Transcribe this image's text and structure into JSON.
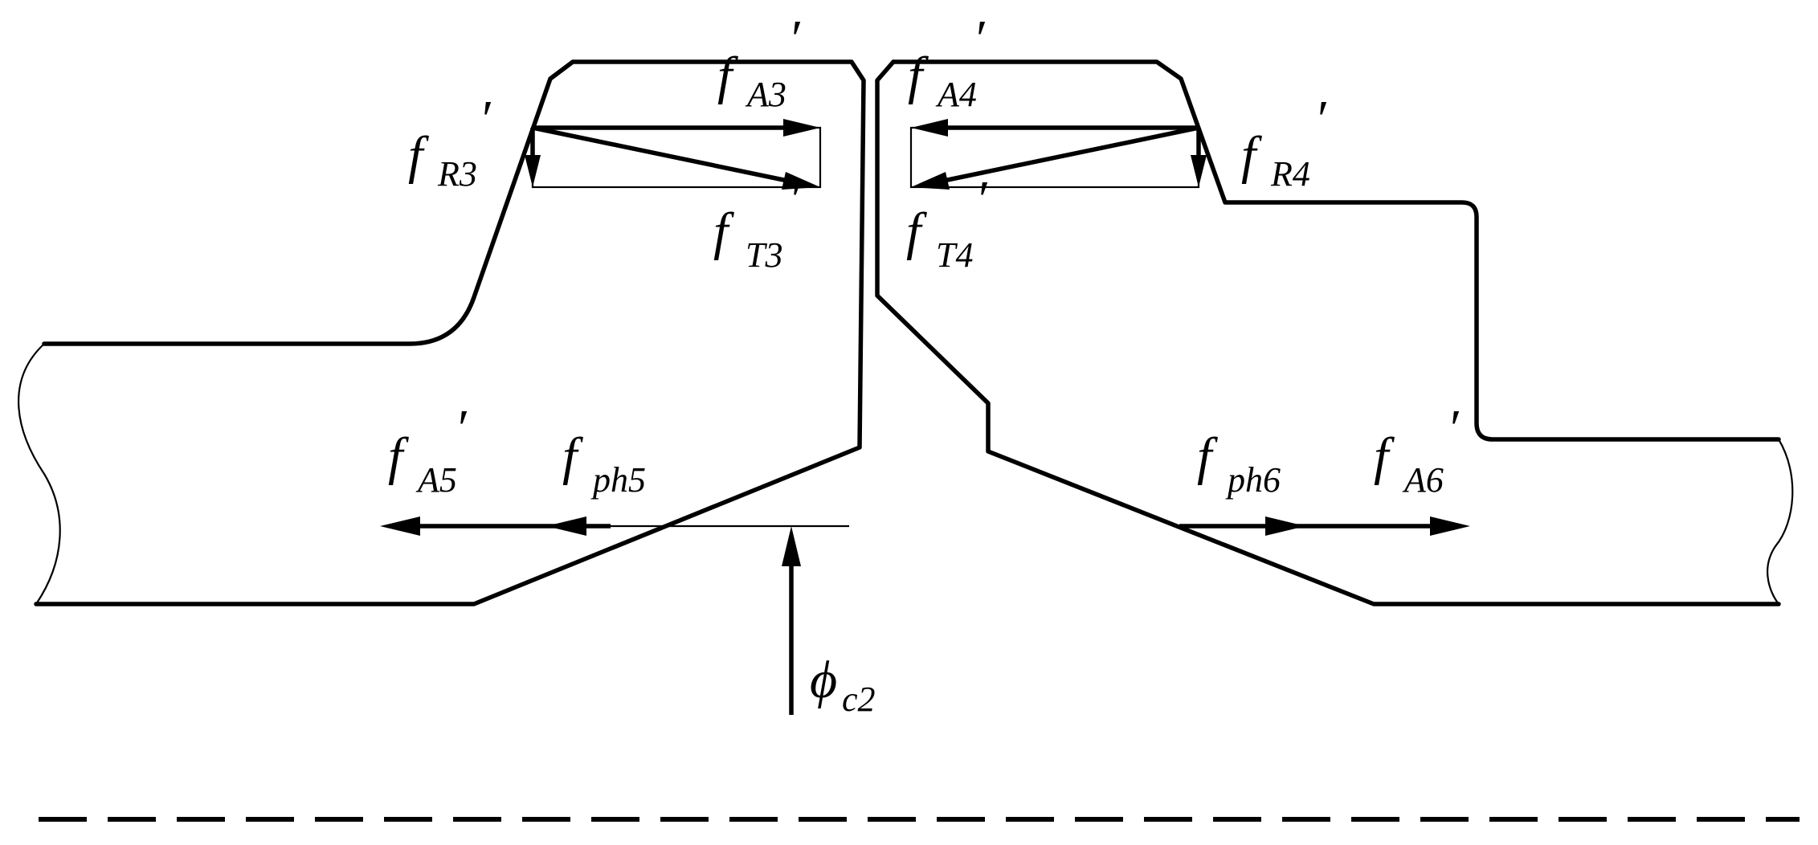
{
  "diagram": {
    "labels": {
      "fA3": {
        "main": "f",
        "sub": "A3",
        "prime": "′"
      },
      "fR3": {
        "main": "f",
        "sub": "R3",
        "prime": "′"
      },
      "fT3": {
        "main": "f",
        "sub": "T3",
        "prime": "′"
      },
      "fA4": {
        "main": "f",
        "sub": "A4",
        "prime": "′"
      },
      "fR4": {
        "main": "f",
        "sub": "R4",
        "prime": "′"
      },
      "fT4": {
        "main": "f",
        "sub": "T4",
        "prime": "′"
      },
      "fA5": {
        "main": "f",
        "sub": "A5",
        "prime": "′"
      },
      "fph5": {
        "main": "f",
        "sub": "ph5"
      },
      "fph6": {
        "main": "f",
        "sub": "ph6"
      },
      "fA6": {
        "main": "f",
        "sub": "A6",
        "prime": "′"
      },
      "phic2": {
        "main": "ϕ",
        "sub": "c2"
      }
    }
  }
}
